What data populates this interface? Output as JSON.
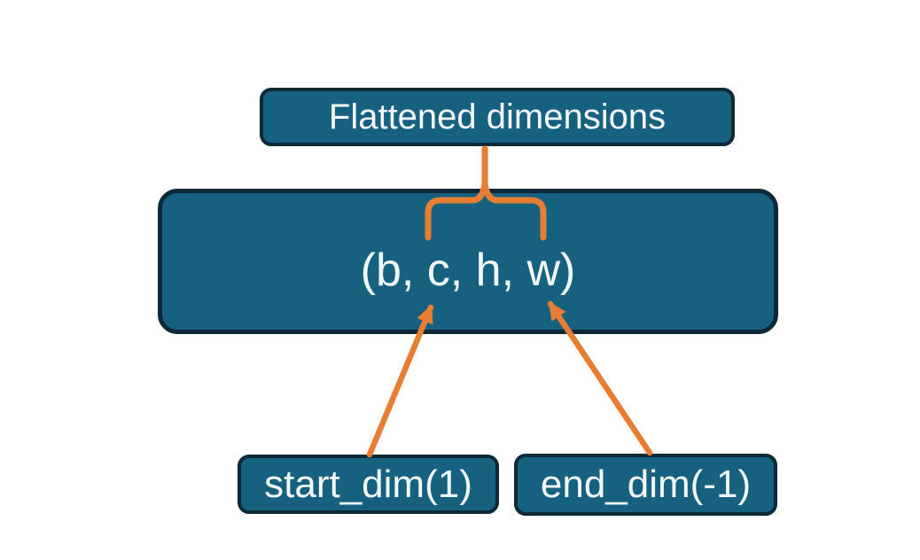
{
  "diagram": {
    "title": "Flatten operation dimensions diagram",
    "colors": {
      "node_fill": "#16617f",
      "node_border": "#0d2937",
      "connector": "#e77e33",
      "text": "#f4f7f8",
      "background": "#ffffff"
    },
    "nodes": {
      "flattened": {
        "label": "Flattened dimensions"
      },
      "tensor": {
        "label": "(b, c, h, w)"
      },
      "start_dim": {
        "label": "start_dim(1)"
      },
      "end_dim": {
        "label": "end_dim(-1)"
      }
    },
    "connectors": {
      "brace": "curly-brace from flattened-dimensions label spanning c,h,w inside tensor box",
      "start_dim_arrow": "arrow from start_dim(1) box pointing to dimension c",
      "end_dim_arrow": "arrow from end_dim(-1) box pointing to dimension w"
    }
  }
}
